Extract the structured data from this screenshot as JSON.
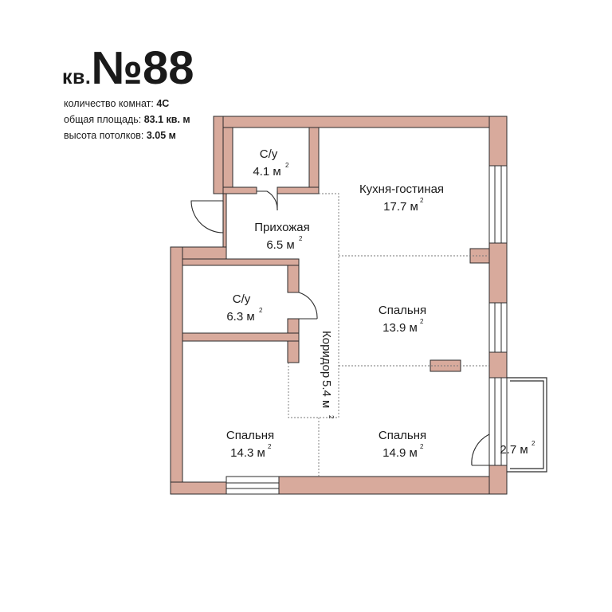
{
  "header": {
    "prefix": "кв.",
    "number": "№88"
  },
  "info": [
    {
      "label": "количество комнат: ",
      "value": "4С"
    },
    {
      "label": "общая площадь: ",
      "value": "83.1 кв. м"
    },
    {
      "label": "высота потолков: ",
      "value": "3.05 м"
    }
  ],
  "rooms": {
    "bath1": {
      "name": "С/у",
      "area": "4.1 м",
      "sup": "2"
    },
    "kitchen": {
      "name": "Кухня-гостиная",
      "area": "17.7 м",
      "sup": "2"
    },
    "hall": {
      "name": "Прихожая",
      "area": "6.5 м",
      "sup": "2"
    },
    "bath2": {
      "name": "С/у",
      "area": "6.3 м",
      "sup": "2"
    },
    "bedroom1": {
      "name": "Спальня",
      "area": "13.9 м",
      "sup": "2"
    },
    "corridor": {
      "name": "Коридор",
      "area": "5.4 м",
      "sup": "2"
    },
    "bedroom2": {
      "name": "Спальня",
      "area": "14.3 м",
      "sup": "2"
    },
    "bedroom3": {
      "name": "Спальня",
      "area": "14.9 м",
      "sup": "2"
    },
    "balcony": {
      "area": "2.7 м",
      "sup": "2"
    }
  },
  "colors": {
    "wall": "#d8aa9c",
    "wall_stroke": "#2b2b2b",
    "dash": "#777777"
  }
}
